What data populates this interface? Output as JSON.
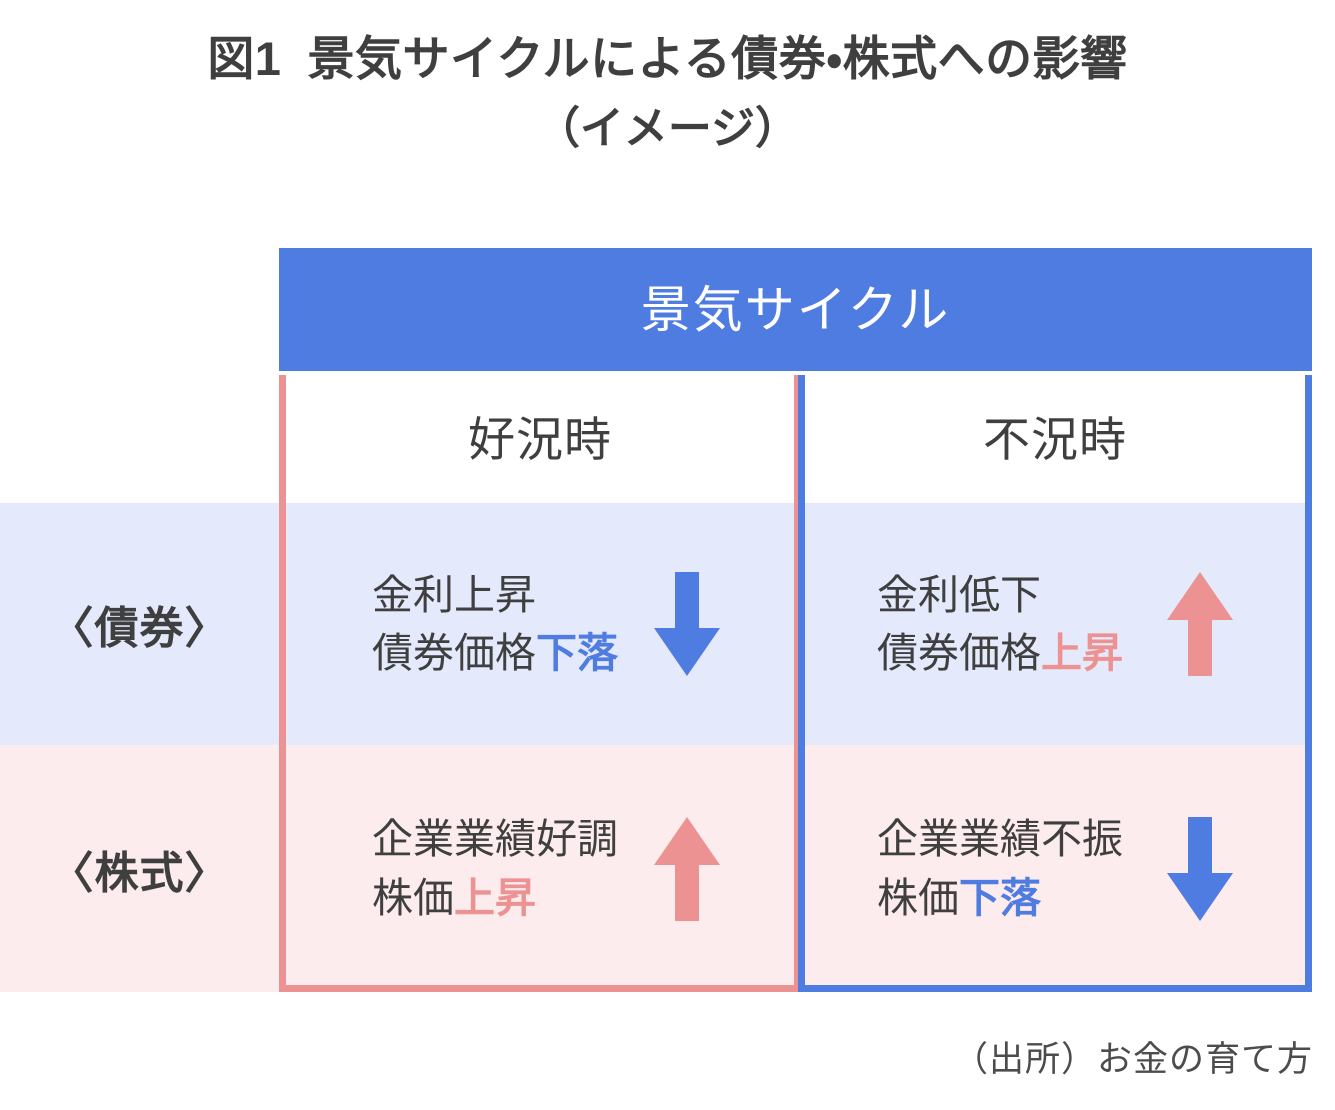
{
  "title": {
    "figure_number": "図1",
    "main": "景気サイクルによる債券・株式への影響",
    "subtitle": "（イメージ）"
  },
  "colors": {
    "blue": "#4f7ce0",
    "pink": "#ec9292",
    "band_blue": "#e4eafc",
    "band_pink": "#fdeced",
    "text": "#3f3f3f",
    "header_text": "#ffffff"
  },
  "table": {
    "header": "景気サイクル",
    "columns": [
      {
        "key": "good",
        "label": "好況時",
        "accent": "#ec9292"
      },
      {
        "key": "bad",
        "label": "不況時",
        "accent": "#4f7ce0"
      }
    ],
    "rows": [
      {
        "key": "bond",
        "label": "〈債券〉",
        "band_color": "#e4eafc",
        "cells": {
          "good": {
            "line1": "金利上昇",
            "line2_plain": "債券価格",
            "line2_emphasis": "下落",
            "emphasis_direction": "down",
            "emphasis_color": "#4f7ce0",
            "arrow": "arrow-down-blue"
          },
          "bad": {
            "line1": "金利低下",
            "line2_plain": "債券価格",
            "line2_emphasis": "上昇",
            "emphasis_direction": "up",
            "emphasis_color": "#ec9292",
            "arrow": "arrow-up-pink"
          }
        }
      },
      {
        "key": "stock",
        "label": "〈株式〉",
        "band_color": "#fdeced",
        "cells": {
          "good": {
            "line1": "企業業績好調",
            "line2_plain": "株価",
            "line2_emphasis": "上昇",
            "emphasis_direction": "up",
            "emphasis_color": "#ec9292",
            "arrow": "arrow-up-pink"
          },
          "bad": {
            "line1": "企業業績不振",
            "line2_plain": "株価",
            "line2_emphasis": "下落",
            "emphasis_direction": "down",
            "emphasis_color": "#4f7ce0",
            "arrow": "arrow-down-blue"
          }
        }
      }
    ]
  },
  "source": "（出所）お金の育て方"
}
